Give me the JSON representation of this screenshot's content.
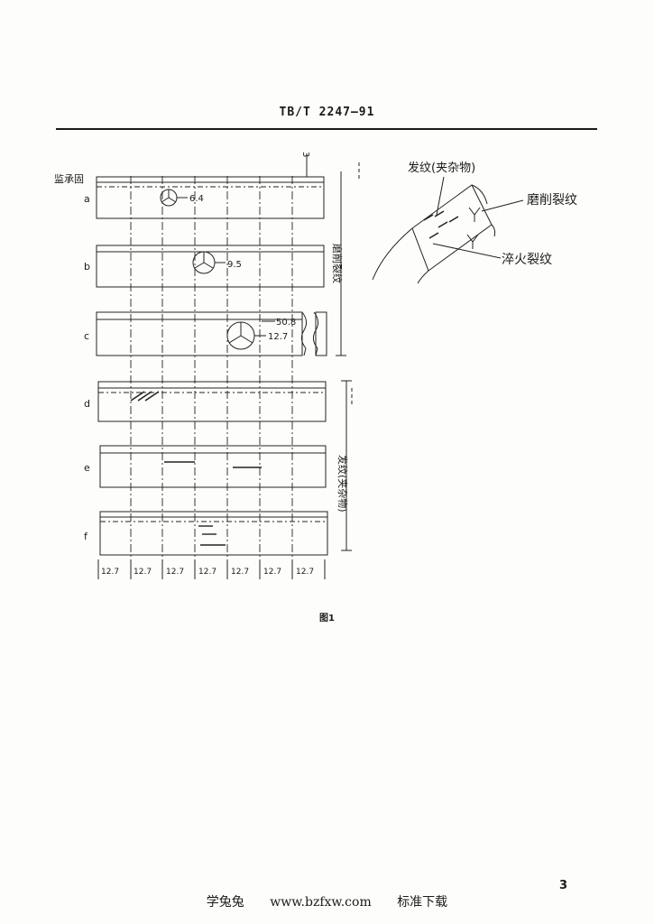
{
  "header": {
    "title": "TB/T 2247—91"
  },
  "figure": {
    "rim_label": "监承固",
    "top_marker": "3",
    "rows": [
      {
        "label": "a",
        "value": "6.4"
      },
      {
        "label": "b",
        "value": "9.5"
      },
      {
        "label": "c",
        "value": "12.7",
        "side_value": "50.8"
      },
      {
        "label": "d"
      },
      {
        "label": "e"
      },
      {
        "label": "f"
      }
    ],
    "bracket_labels": {
      "grinding": "磨削裂纹",
      "seam": "发纹(夹杂物)"
    },
    "column_widths": [
      "12.7",
      "12.7",
      "12.7",
      "12.7",
      "12.7",
      "12.7",
      "12.7"
    ],
    "wheel_labels": {
      "seam": "发纹(夹杂物)",
      "grinding": "磨削裂纹",
      "quench": "淬火裂纹"
    },
    "caption": "图1"
  },
  "page_number": "3",
  "footer": {
    "site_name": "学兔兔",
    "url": "www.bzfxw.com",
    "tagline": "标准下载"
  }
}
